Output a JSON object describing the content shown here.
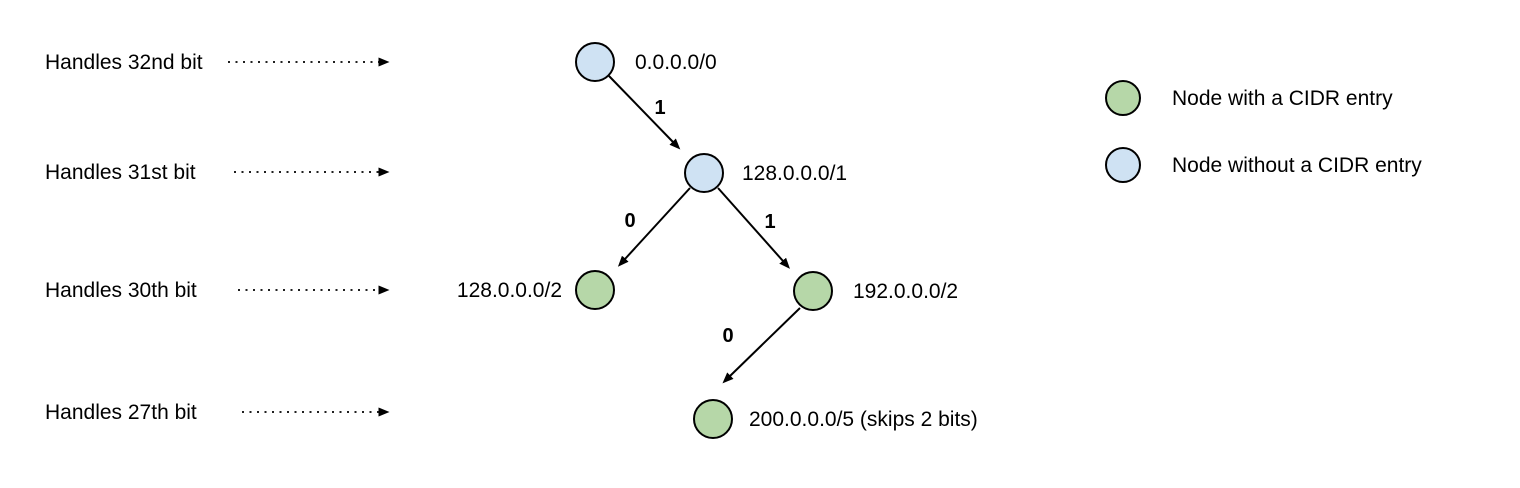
{
  "diagram": {
    "bit_labels": [
      {
        "text": "Handles 32nd bit"
      },
      {
        "text": "Handles 31st bit"
      },
      {
        "text": "Handles 30th bit"
      },
      {
        "text": "Handles 27th bit"
      }
    ],
    "nodes": [
      {
        "label": "0.0.0.0/0",
        "type": "without-cidr"
      },
      {
        "label": "128.0.0.0/1",
        "type": "without-cidr"
      },
      {
        "label": "128.0.0.0/2",
        "type": "with-cidr"
      },
      {
        "label": "192.0.0.0/2",
        "type": "with-cidr"
      },
      {
        "label": "200.0.0.0/5 (skips 2 bits)",
        "type": "with-cidr"
      }
    ],
    "edges": [
      {
        "from": "0.0.0.0/0",
        "to": "128.0.0.0/1",
        "bit": "1"
      },
      {
        "from": "128.0.0.0/1",
        "to": "128.0.0.0/2",
        "bit": "0"
      },
      {
        "from": "128.0.0.0/1",
        "to": "192.0.0.0/2",
        "bit": "1"
      },
      {
        "from": "192.0.0.0/2",
        "to": "200.0.0.0/5 (skips 2 bits)",
        "bit": "0"
      }
    ],
    "legend": [
      {
        "label": "Node with a CIDR entry",
        "color": "#b6d7a8"
      },
      {
        "label": "Node without a CIDR entry",
        "color": "#cfe2f3"
      }
    ],
    "colors": {
      "with_cidr": "#b6d7a8",
      "without_cidr": "#cfe2f3",
      "stroke": "#000000",
      "background": "#ffffff"
    }
  }
}
